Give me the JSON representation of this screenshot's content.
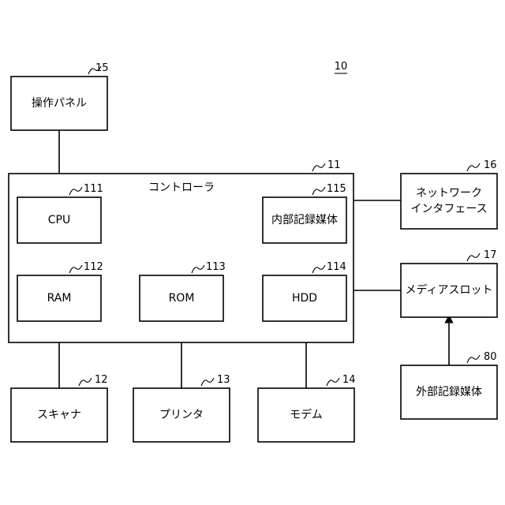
{
  "figure_ref": "10",
  "blocks": {
    "operation_panel": {
      "label": "操作パネル",
      "ref": "15"
    },
    "controller": {
      "label": "コントローラ",
      "ref": "11"
    },
    "cpu": {
      "label": "CPU",
      "ref": "111"
    },
    "internal_storage": {
      "label": "内部記録媒体",
      "ref": "115"
    },
    "ram": {
      "label": "RAM",
      "ref": "112"
    },
    "rom": {
      "label": "ROM",
      "ref": "113"
    },
    "hdd": {
      "label": "HDD",
      "ref": "114"
    },
    "network_interface": {
      "label_line1": "ネットワーク",
      "label_line2": "インタフェース",
      "ref": "16"
    },
    "media_slot": {
      "label": "メディアスロット",
      "ref": "17"
    },
    "external_storage": {
      "label": "外部記録媒体",
      "ref": "80"
    },
    "scanner": {
      "label": "スキャナ",
      "ref": "12"
    },
    "printer": {
      "label": "プリンタ",
      "ref": "13"
    },
    "modem": {
      "label": "モデム",
      "ref": "14"
    }
  }
}
